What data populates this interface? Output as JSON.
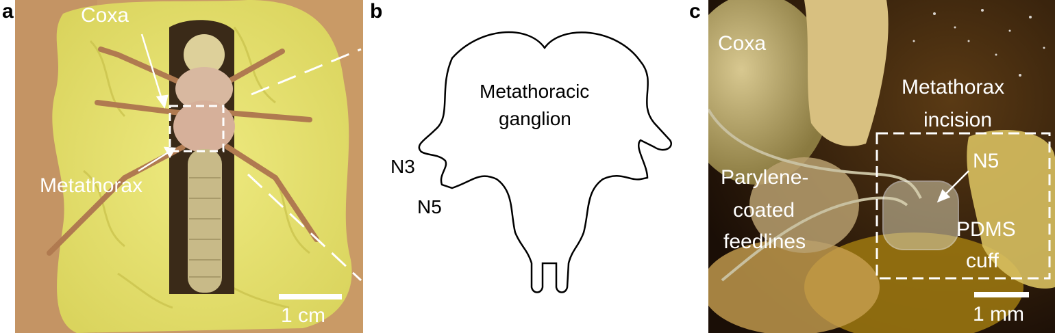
{
  "figure": {
    "panels": [
      {
        "letter": "a"
      },
      {
        "letter": "b"
      },
      {
        "letter": "c"
      }
    ],
    "panel_a": {
      "labels": {
        "coxa": "Coxa",
        "metathorax": "Metathorax"
      },
      "scale_bar": "1 cm"
    },
    "panel_b": {
      "title_line1": "Metathoracic",
      "title_line2": "ganglion",
      "nerve_n3": "N3",
      "nerve_n5": "N5"
    },
    "panel_c": {
      "labels": {
        "coxa": "Coxa",
        "incision_line1": "Metathorax",
        "incision_line2": "incision",
        "feed_line1": "Parylene-",
        "feed_line2": "coated",
        "feed_line3": "feedlines",
        "n5": "N5",
        "cuff_line1": "PDMS",
        "cuff_line2": "cuff"
      },
      "scale_bar": "1 mm"
    },
    "colors": {
      "clay": "#e4e06a",
      "cardboard": "#c89a68",
      "insect": "#c8b088",
      "tissue_dark": "#3a2410",
      "tissue_amber": "#b89018"
    }
  }
}
